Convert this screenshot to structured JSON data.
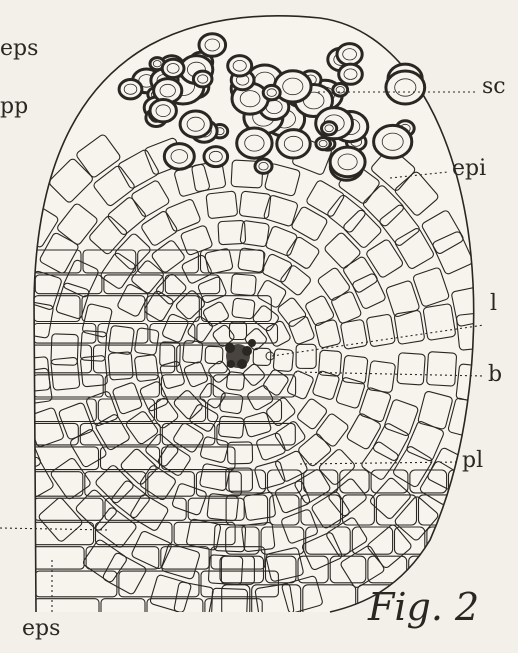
{
  "figure": {
    "caption": "Fig. 2"
  },
  "labels": {
    "eps_top": "eps",
    "pp": "pp",
    "sc": "sc",
    "epi": "epi",
    "l": "l",
    "b": "b",
    "pl": "pl",
    "eps_bottom": "eps"
  },
  "colors": {
    "paper": "#f3f0e9",
    "ink": "#2a2622"
  }
}
